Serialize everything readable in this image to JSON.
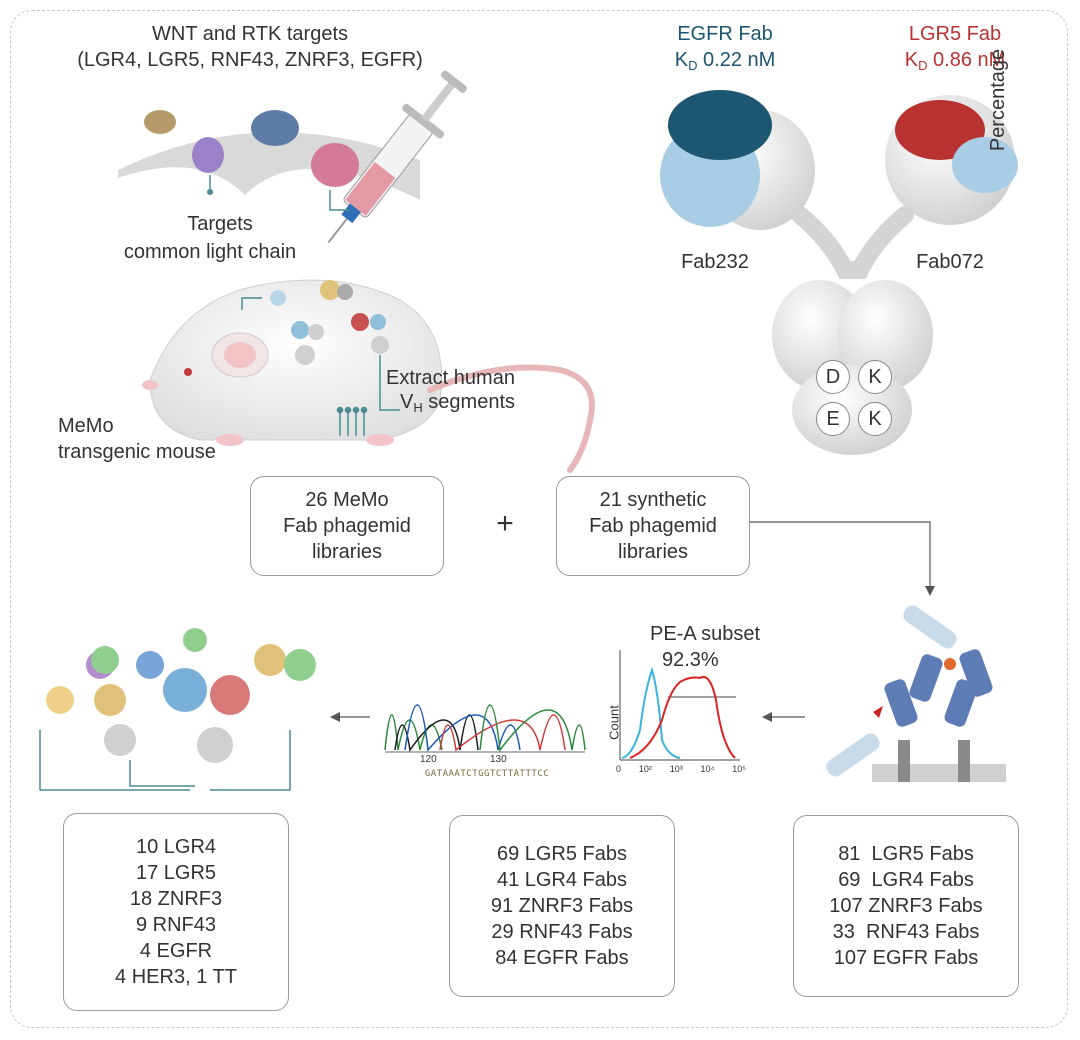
{
  "top_left": {
    "title_line1": "WNT and RTK targets",
    "title_line2": "(LGR4, LGR5, RNF43, ZNRF3, EGFR)",
    "targets_line1": "Targets",
    "targets_line2": "common light chain",
    "extract_line1": "Extract human",
    "extract_v": "V",
    "extract_sub": "H",
    "extract_line2_rest": " segments",
    "mouse_line1": "MeMo",
    "mouse_line2": "transgenic mouse"
  },
  "top_right": {
    "egfr_title": "EGFR Fab",
    "egfr_k": "K",
    "egfr_sub": "D",
    "egfr_value": " 0.22 nM",
    "lgr5_title": "LGR5 Fab",
    "lgr5_k": "K",
    "lgr5_sub": "D",
    "lgr5_value": " 0.86 nM",
    "percentage": "Percentage",
    "fab_left": "Fab232",
    "fab_right": "Fab072",
    "mutations": [
      "D",
      "K",
      "E",
      "K"
    ]
  },
  "libraries": {
    "memo": [
      "26 MeMo",
      "Fab phagemid",
      "libraries"
    ],
    "plus": "+",
    "synthetic": [
      "21 synthetic",
      "Fab phagemid",
      "libraries"
    ]
  },
  "flow": {
    "title": "PE-A subset",
    "percent": "92.3%",
    "ylabel": "Count",
    "xticks": [
      "0",
      "10²",
      "10³",
      "10⁴",
      "10⁵"
    ]
  },
  "sequencing": {
    "ticks": [
      "120",
      "130"
    ],
    "sequence": "GATAAATCTGGTCTTATTTCC"
  },
  "colors": {
    "egfr": "#1d5670",
    "lgr5": "#b83232",
    "light_blue": "#a9cde4",
    "line": "#4a8a94"
  },
  "results": {
    "final": [
      "10 LGR4",
      "17 LGR5",
      "18 ZNRF3",
      "9 RNF43",
      "4 EGFR",
      "4 HER3, 1 TT"
    ],
    "sequenced": [
      "69 LGR5 Fabs",
      "41 LGR4 Fabs",
      "91 ZNRF3 Fabs",
      "29 RNF43 Fabs",
      "84 EGFR Fabs"
    ],
    "selected": [
      "81  LGR5 Fabs",
      "69  LGR4 Fabs",
      "107 ZNRF3 Fabs",
      "33  RNF43 Fabs",
      "107 EGFR Fabs"
    ]
  }
}
